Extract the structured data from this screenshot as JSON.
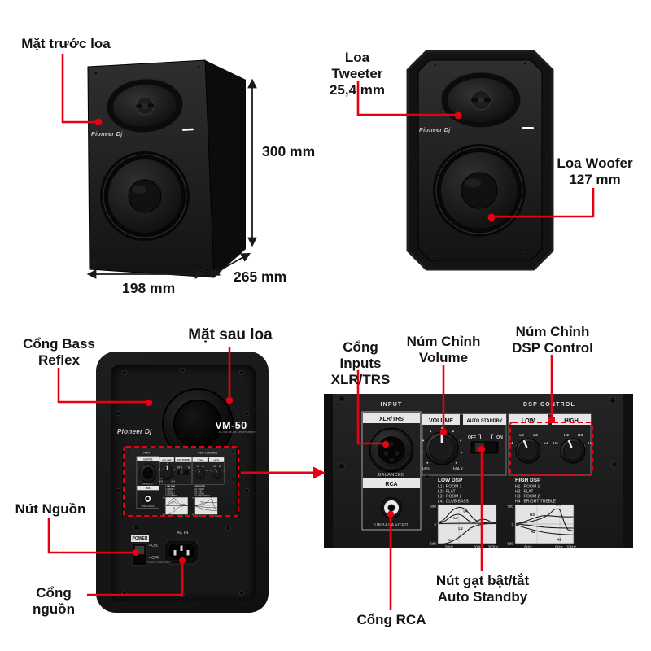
{
  "colors": {
    "accent_red": "#e60012",
    "ink": "#1a1a1a"
  },
  "front_angled_view": {
    "callout": "Mặt trước loa",
    "dim_height": "300 mm",
    "dim_width": "198 mm",
    "dim_depth": "265 mm"
  },
  "front_view": {
    "tweeter_callout": {
      "line1": "Loa Tweeter",
      "line2": "25,4 mm"
    },
    "woofer_callout": {
      "line1": "Loa Woofer",
      "line2": "127 mm"
    }
  },
  "back_view": {
    "callout": "Mặt sau loa",
    "bass_reflex_callout": {
      "line1": "Cổng Bass",
      "line2": "Reflex"
    },
    "power_callout": "Nút Nguồn",
    "ac_callout": "Cổng nguồn",
    "power": "POWER",
    "on": "• ON",
    "off": "• OFF",
    "ac_in": "AC IN",
    "fuse": "FUSE T1.6AL 250V"
  },
  "detail_view": {
    "xlr_callout": {
      "line1": "Cổng Inputs",
      "line2": "XLR/TRS"
    },
    "volume_callout": {
      "line1": "Núm Chỉnh",
      "line2": "Volume"
    },
    "dsp_callout": {
      "line1": "Núm Chỉnh",
      "line2": "DSP Control"
    },
    "standby_callout": {
      "line1": "Nút gạt bật/tắt",
      "line2": "Auto Standby"
    },
    "rca_callout": "Cổng RCA"
  },
  "branding": {
    "logo": "Pioneer Dj",
    "model": "VM-50",
    "model_sub": "ACTIVE MONITOR SPEAKER"
  },
  "panel": {
    "input_title": "INPUT",
    "xlr_label": "XLR/TRS",
    "balanced": "BALANCED",
    "rca_label": "RCA",
    "unbalanced": "UNBALANCED",
    "volume_label": "VOLUME",
    "min": "MIN",
    "max": "MAX",
    "standby_label": "AUTO STANDBY",
    "off": "OFF",
    "on": "ON",
    "dsp_title": "DSP CONTROL",
    "low_label": "LOW",
    "high_label": "HIGH",
    "low_positions": [
      "L1",
      "L2",
      "L3",
      "L4"
    ],
    "high_positions": [
      "H1",
      "H2",
      "H3",
      "H4"
    ],
    "low_dsp": {
      "title": "LOW DSP",
      "items": [
        "L1 : ROOM 1",
        "L2 : FLAT",
        "L3 : ROOM 2",
        "L4 : CLUB BASS"
      ],
      "y_labels": [
        "5dB",
        "0",
        "-5dB"
      ],
      "x_labels": [
        "50Hz",
        "200Hz",
        "300Hz"
      ]
    },
    "high_dsp": {
      "title": "HIGH DSP",
      "items": [
        "H1 : ROOM 1",
        "H2 : FLAT",
        "H3 : ROOM 2",
        "H4 : BRIGHT TREBLE"
      ],
      "y_labels": [
        "5dB",
        "0",
        "-5dB"
      ],
      "x_labels": [
        "6kHz",
        "8kHz",
        "10kHz"
      ]
    }
  }
}
